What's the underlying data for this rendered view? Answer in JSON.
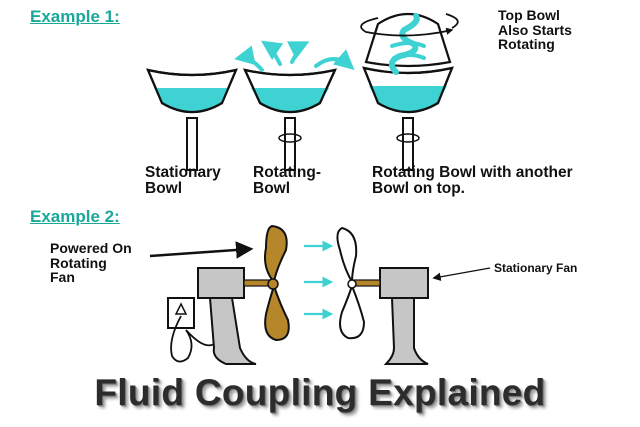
{
  "example1": {
    "heading": "Example 1:",
    "captions": {
      "stationary": "Stationary\nBowl",
      "rotating": "Rotating-\nBowl",
      "stacked": "Rotating Bowl with another\nBowl on top."
    },
    "top_note": "Top Bowl\nAlso Starts\nRotating"
  },
  "example2": {
    "heading": "Example 2:",
    "powered_label": "Powered On\nRotating\nFan",
    "stationary_label": "Stationary Fan"
  },
  "title": "Fluid Coupling Explained",
  "colors": {
    "fluid": "#3fd2d2",
    "accent": "#1aa89a",
    "blade": "#b5862a",
    "fan_body": "#c6c6c6",
    "title": "#2c2c2c"
  }
}
